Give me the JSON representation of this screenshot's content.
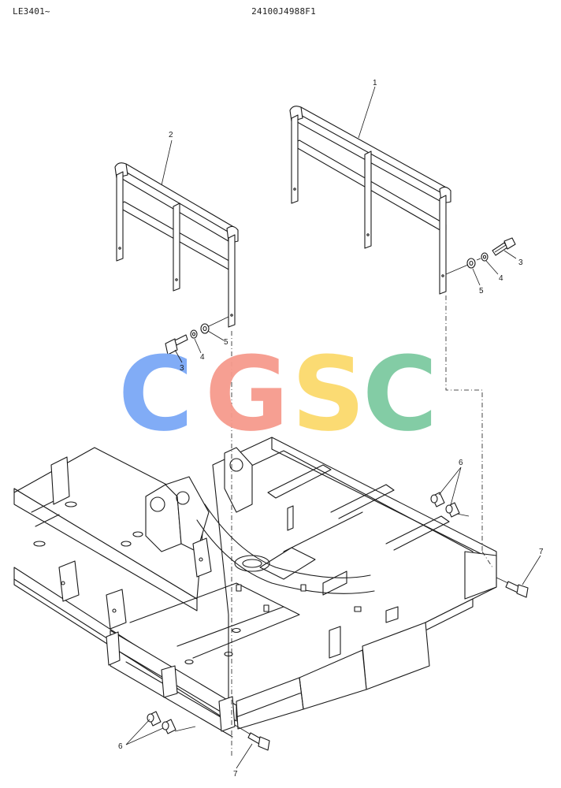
{
  "header": {
    "left_code": "LE3401~",
    "drawing_number": "24100J4988F1"
  },
  "watermark": {
    "letters": [
      "C",
      "G",
      "S",
      "C"
    ],
    "colors": [
      "#7aa8f5",
      "#f59a8c",
      "#fbd96c",
      "#7cc9a0"
    ]
  },
  "callouts": {
    "c1": "1",
    "c2": "2",
    "c3a": "3",
    "c3b": "3",
    "c4a": "4",
    "c4b": "4",
    "c5a": "5",
    "c5b": "5",
    "c6a": "6",
    "c6b": "6",
    "c7a": "7",
    "c7b": "7"
  }
}
